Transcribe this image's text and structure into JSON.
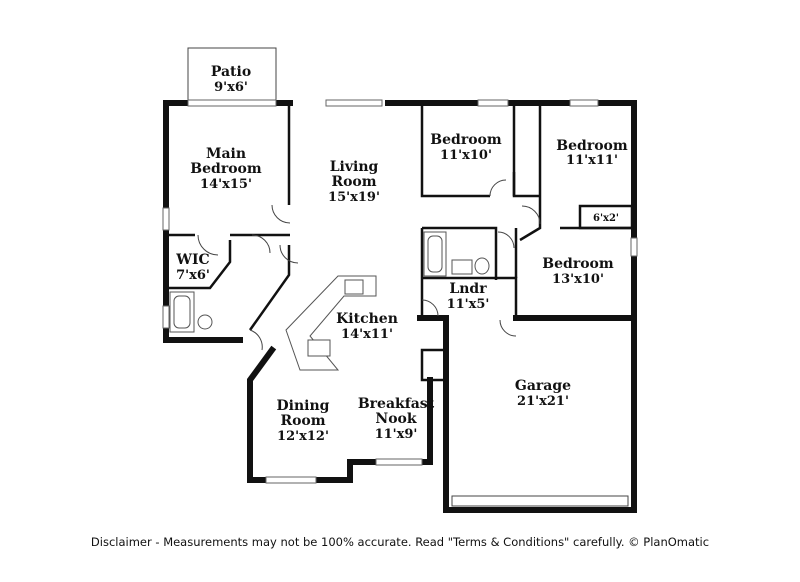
{
  "rooms": {
    "patio": {
      "name": "Patio",
      "dim": "9'x6'"
    },
    "main_bedroom": {
      "name1": "Main",
      "name2": "Bedroom",
      "dim": "14'x15'"
    },
    "living_room": {
      "name1": "Living",
      "name2": "Room",
      "dim": "15'x19'"
    },
    "bedroom_2": {
      "name": "Bedroom",
      "dim": "11'x10'"
    },
    "bedroom_3": {
      "name": "Bedroom",
      "dim": "11'x11'"
    },
    "closet": {
      "dim": "6'x2'"
    },
    "bedroom_4": {
      "name": "Bedroom",
      "dim": "13'x10'"
    },
    "wic": {
      "name": "WIC",
      "dim": "7'x6'"
    },
    "laundry": {
      "name": "Lndr",
      "dim": "11'x5'"
    },
    "kitchen": {
      "name": "Kitchen",
      "dim": "14'x11'"
    },
    "garage": {
      "name": "Garage",
      "dim": "21'x21'"
    },
    "dining_room": {
      "name1": "Dining",
      "name2": "Room",
      "dim": "12'x12'"
    },
    "breakfast_nook": {
      "name1": "Breakfast",
      "name2": "Nook",
      "dim": "11'x9'"
    }
  },
  "disclaimer": "Disclaimer - Measurements may not be 100% accurate. Read \"Terms & Conditions\" carefully. © PlanOmatic"
}
